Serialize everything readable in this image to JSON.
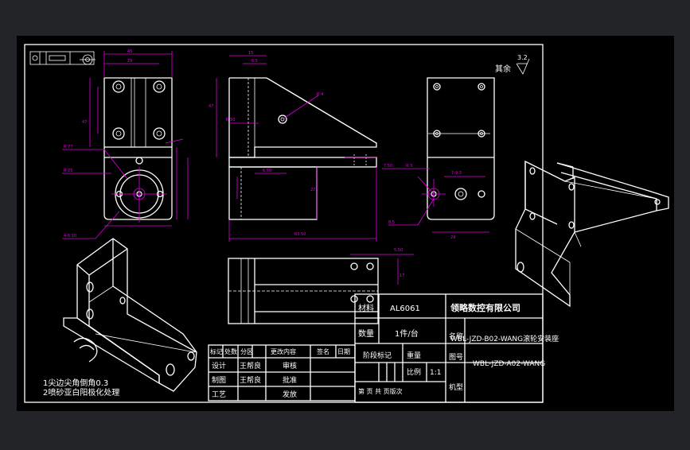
{
  "roughness": {
    "mark": "3.2",
    "label": "其余"
  },
  "title_block": {
    "material_label": "材料",
    "material_value": "AL6061",
    "company": "领略数控有限公司",
    "quantity_label": "数量",
    "quantity_value": "1件/台",
    "name_label": "名称",
    "part_name": "WBL-JZD-B02-WANG滚轮安装座",
    "stage_label": "阶段标记",
    "weight_label": "重量",
    "scale_label": "比例",
    "scale_value": "1:1",
    "drawing_no_label": "图号",
    "drawing_no": "WBL-JZD-A02-WANG",
    "machine_label": "机型",
    "sheet_label": "第  页  共  页版次",
    "rev_headers": [
      "标记",
      "处数",
      "分区",
      "更改内容",
      "签名",
      "日期"
    ],
    "designer_label": "设计",
    "designer": "王帮良",
    "review_label": "审核",
    "drafter_label": "制图",
    "drafter": "王帮良",
    "approve_label": "批准",
    "process_label": "工艺",
    "release_label": "发放"
  },
  "notes": [
    "1尖边尖角倒角0.3",
    "2喷砂亚白阳极化处理"
  ],
  "colors": {
    "background": "#000000",
    "canvas": "#222428",
    "lines": "#ffffff",
    "dimensions": "#e100e1"
  }
}
